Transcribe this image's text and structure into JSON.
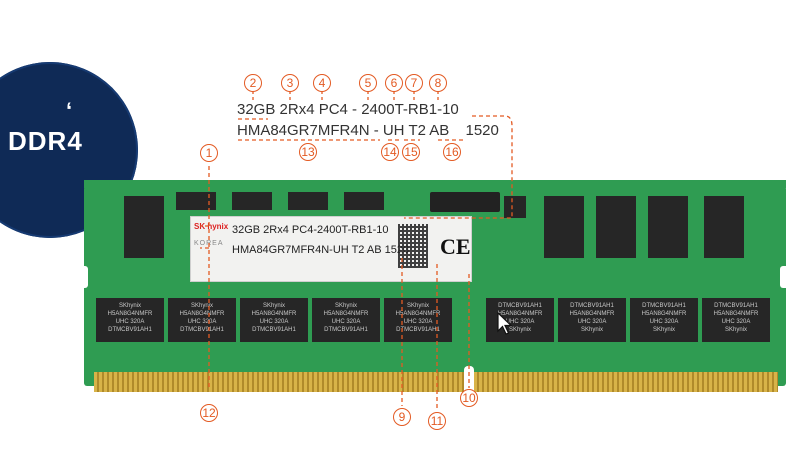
{
  "badge": {
    "quote": "‘",
    "text": "DDR4"
  },
  "spec_line1": "32GB 2Rx4 PC4 - 2400T-RB1-10",
  "spec_line2": {
    "part": "HMA84GR7MFR4N - UH",
    "t2": "T2",
    "ab": "AB",
    "date": "1520"
  },
  "label": {
    "brand": "SK hynix",
    "country": "KOREA",
    "line1": "32GB 2Rx4 PC4-2400T-RB1-10",
    "line2": "HMA84GR7MFR4N-UH T2 AB  1520",
    "ce": "CE"
  },
  "chip_text": {
    "brand": "SKhynix",
    "model": "H5AN8G4NMFR",
    "code": "UHC 320A",
    "lot": "DTMCBV91AH1"
  },
  "callouts": [
    "1",
    "2",
    "3",
    "4",
    "5",
    "6",
    "7",
    "8",
    "9",
    "10",
    "11",
    "12",
    "13",
    "14",
    "15",
    "16"
  ],
  "colors": {
    "accent": "#e35a23",
    "badge": "#0f2a56",
    "pcb": "#2f9c52"
  }
}
